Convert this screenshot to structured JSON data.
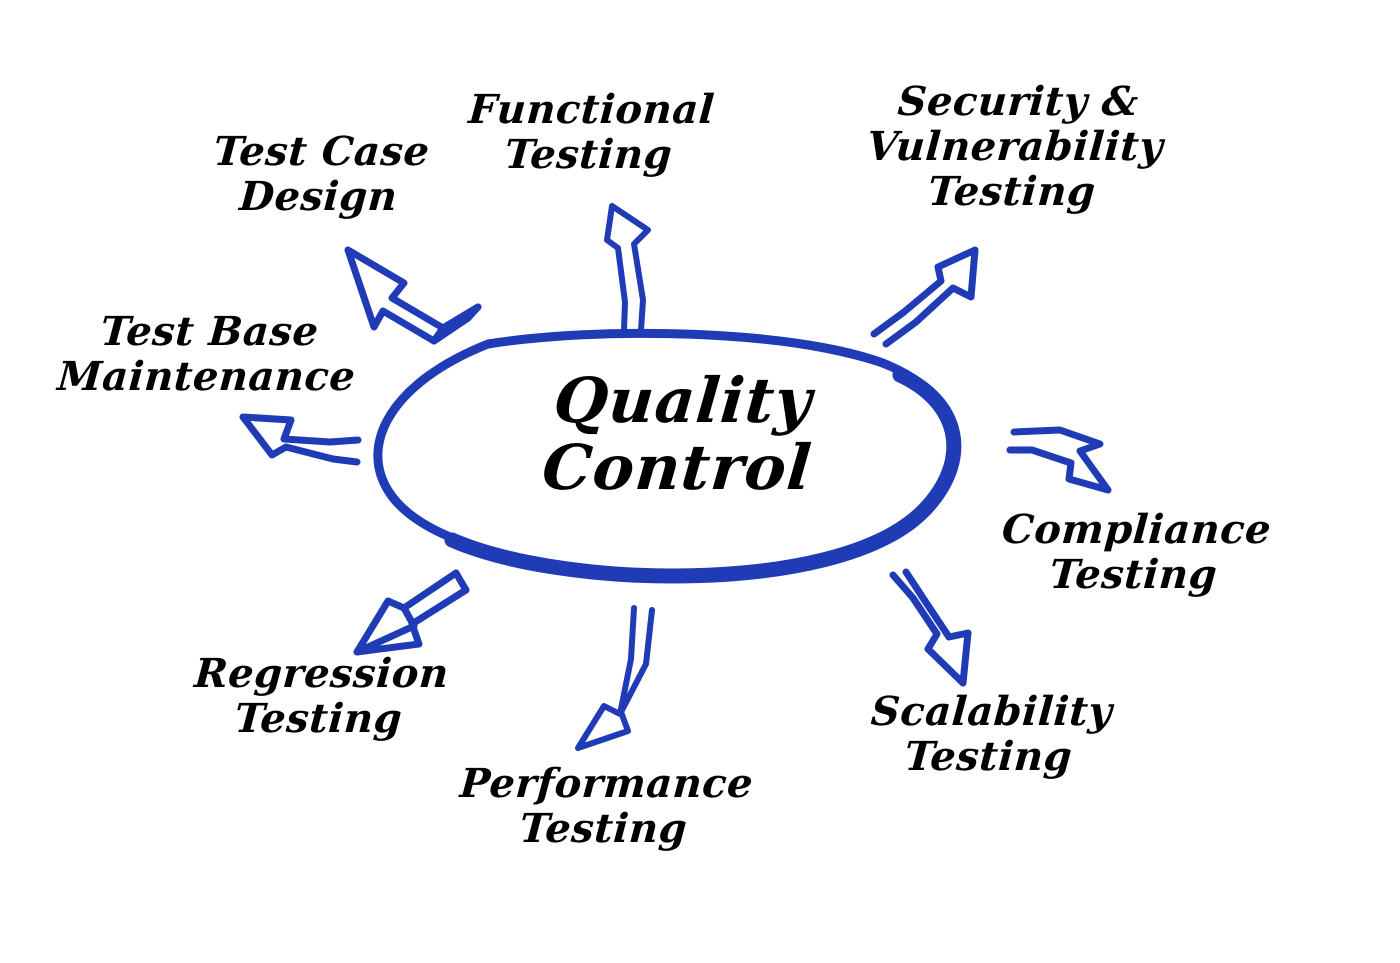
{
  "diagram": {
    "type": "hub-and-spoke",
    "title": "Quality Control",
    "center": {
      "label": "Quality\nControl",
      "shape": "ellipse",
      "stroke_color": "#1f3bb5"
    },
    "arrow_color": "#1f3bb5",
    "text_color": "#000000",
    "background_color": "#ffffff",
    "nodes": [
      {
        "id": "test-case-design",
        "label": "Test Case\nDesign",
        "position": "upper-left",
        "arrow": "straight-up-left-outline"
      },
      {
        "id": "functional-testing",
        "label": "Functional\nTesting",
        "position": "top",
        "arrow": "curved-up-outline"
      },
      {
        "id": "security-vulnerability-testing",
        "label": "Security &\nVulnerability\nTesting",
        "position": "upper-right",
        "arrow": "curved-up-right-outline"
      },
      {
        "id": "compliance-testing",
        "label": "Compliance\nTesting",
        "position": "right",
        "arrow": "curved-down-right-outline"
      },
      {
        "id": "scalability-testing",
        "label": "Scalability\nTesting",
        "position": "lower-right",
        "arrow": "curved-down-outline"
      },
      {
        "id": "performance-testing",
        "label": "Performance\nTesting",
        "position": "bottom",
        "arrow": "curved-down-left-outline"
      },
      {
        "id": "regression-testing",
        "label": "Regression\nTesting",
        "position": "lower-left",
        "arrow": "straight-down-left-outline"
      },
      {
        "id": "test-base-maintenance",
        "label": "Test Base\nMaintenance",
        "position": "left",
        "arrow": "curved-left-outline"
      }
    ]
  }
}
